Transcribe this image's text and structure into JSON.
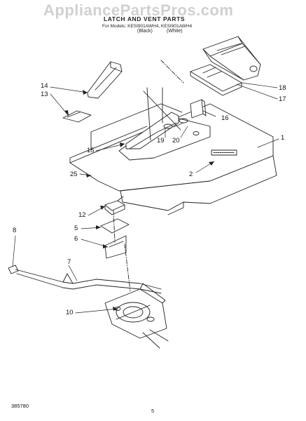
{
  "watermark": "AppliancePartsPros.com",
  "header": {
    "title": "LATCH AND VENT PARTS",
    "models": "For Models: KESI901AWH4, KESI901AWH4",
    "parts_label": "(Black)",
    "color_label": "(White)"
  },
  "callouts": [
    {
      "number": "1"
    },
    {
      "number": "2"
    },
    {
      "number": "5"
    },
    {
      "number": "6"
    },
    {
      "number": "7"
    },
    {
      "number": "8"
    },
    {
      "number": "10"
    },
    {
      "number": "12"
    },
    {
      "number": "13"
    },
    {
      "number": "14"
    },
    {
      "number": "15"
    },
    {
      "number": "16"
    },
    {
      "number": "17"
    },
    {
      "number": "18"
    },
    {
      "number": "19"
    },
    {
      "number": "20"
    },
    {
      "number": "25"
    }
  ],
  "footer": {
    "code": "385780",
    "page": "5"
  },
  "colors": {
    "line": "#222222",
    "background": "#ffffff"
  }
}
